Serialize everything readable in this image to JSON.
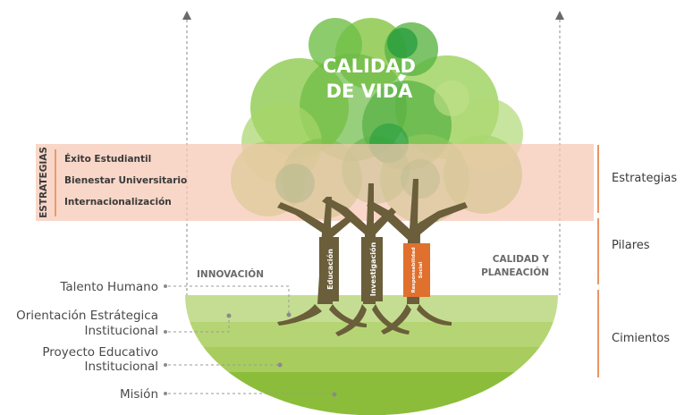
{
  "title": {
    "line1": "CALIDAD",
    "line2": "DE VIDA"
  },
  "strategies_band": {
    "vertical_label": "ESTRATEGIAS",
    "items": [
      "Éxito Estudiantil",
      "Bienestar Universitario",
      "Internacionalización"
    ]
  },
  "pillars": [
    "Educación",
    "Investigación"
  ],
  "social_pillar": {
    "line1": "Responsabilidad",
    "line2": "Social"
  },
  "corner_labels": {
    "left": "INNOVACIÓN",
    "right_line1": "CALIDAD Y",
    "right_line2": "PLANEACIÓN"
  },
  "foundations": [
    {
      "lines": [
        "Talento Humano"
      ]
    },
    {
      "lines": [
        "Orientación Estrátegica",
        "Institucional"
      ]
    },
    {
      "lines": [
        "Proyecto Educativo",
        "Institucional"
      ]
    },
    {
      "lines": [
        "Misión"
      ]
    }
  ],
  "side_sections": [
    "Estrategias",
    "Pilares",
    "Cimientos"
  ],
  "colors": {
    "band": "#f6c7b3",
    "accent_orange": "#e0702e",
    "trunk": "#6b5e3a",
    "ground_light": "#c5dd92",
    "ground_mid": "#a8cc5e",
    "ground_dark": "#8bbd3a",
    "leaf_light": "#9dcf5a",
    "leaf_dark": "#1e9a3c"
  }
}
